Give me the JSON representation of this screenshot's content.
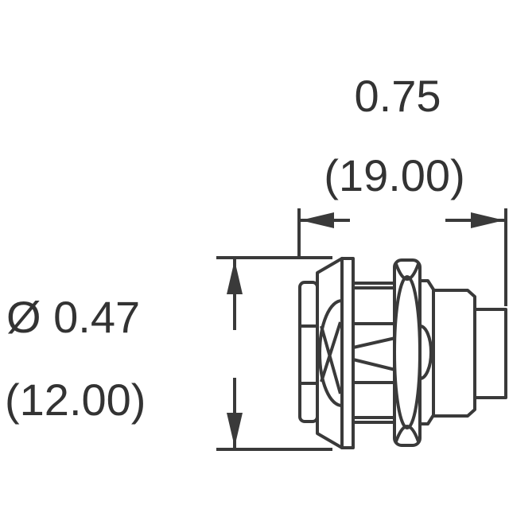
{
  "dimensions": {
    "length": {
      "inch": "0.75",
      "mm": "(19.00)"
    },
    "diameter": {
      "inch": "Ø 0.47",
      "mm": "(12.00)"
    }
  },
  "line_color": "#3a3a3a"
}
